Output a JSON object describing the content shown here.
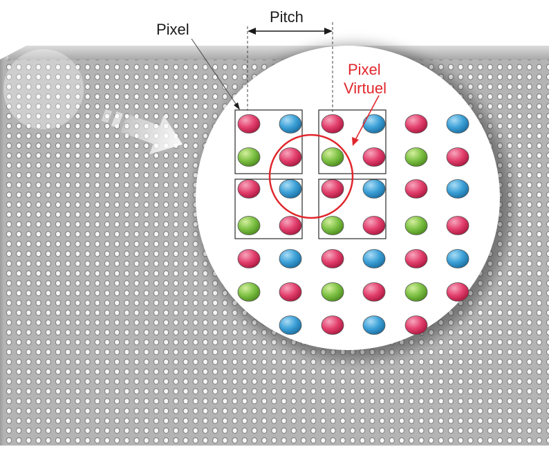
{
  "labels": {
    "pixel": "Pixel",
    "pitch": "Pitch",
    "virtual_pixel_line1": "Pixel",
    "virtual_pixel_line2": "Virtuel"
  },
  "colors": {
    "red_led": "#e23e6c",
    "blue_led": "#3a9fd6",
    "green_led": "#7cc043",
    "panel": "#b0b0b0",
    "panel_top": "#c8c8c8",
    "annotation_red": "#e0262b",
    "magnifier": "#ffffff"
  },
  "led_grid": [
    [
      "red",
      "blue",
      "red",
      "blue",
      "red",
      "blue"
    ],
    [
      "green",
      "red",
      "green",
      "red",
      "green",
      "red"
    ],
    [
      "red",
      "blue",
      "red",
      "blue",
      "red",
      "blue"
    ],
    [
      "green",
      "red",
      "green",
      "red",
      "green",
      "red"
    ],
    [
      "red",
      "blue",
      "red",
      "blue",
      "red",
      "blue"
    ],
    [
      "green",
      "red",
      "green",
      "red",
      "green",
      "red"
    ],
    [
      "",
      "blue",
      "red",
      "blue",
      "red",
      ""
    ]
  ]
}
